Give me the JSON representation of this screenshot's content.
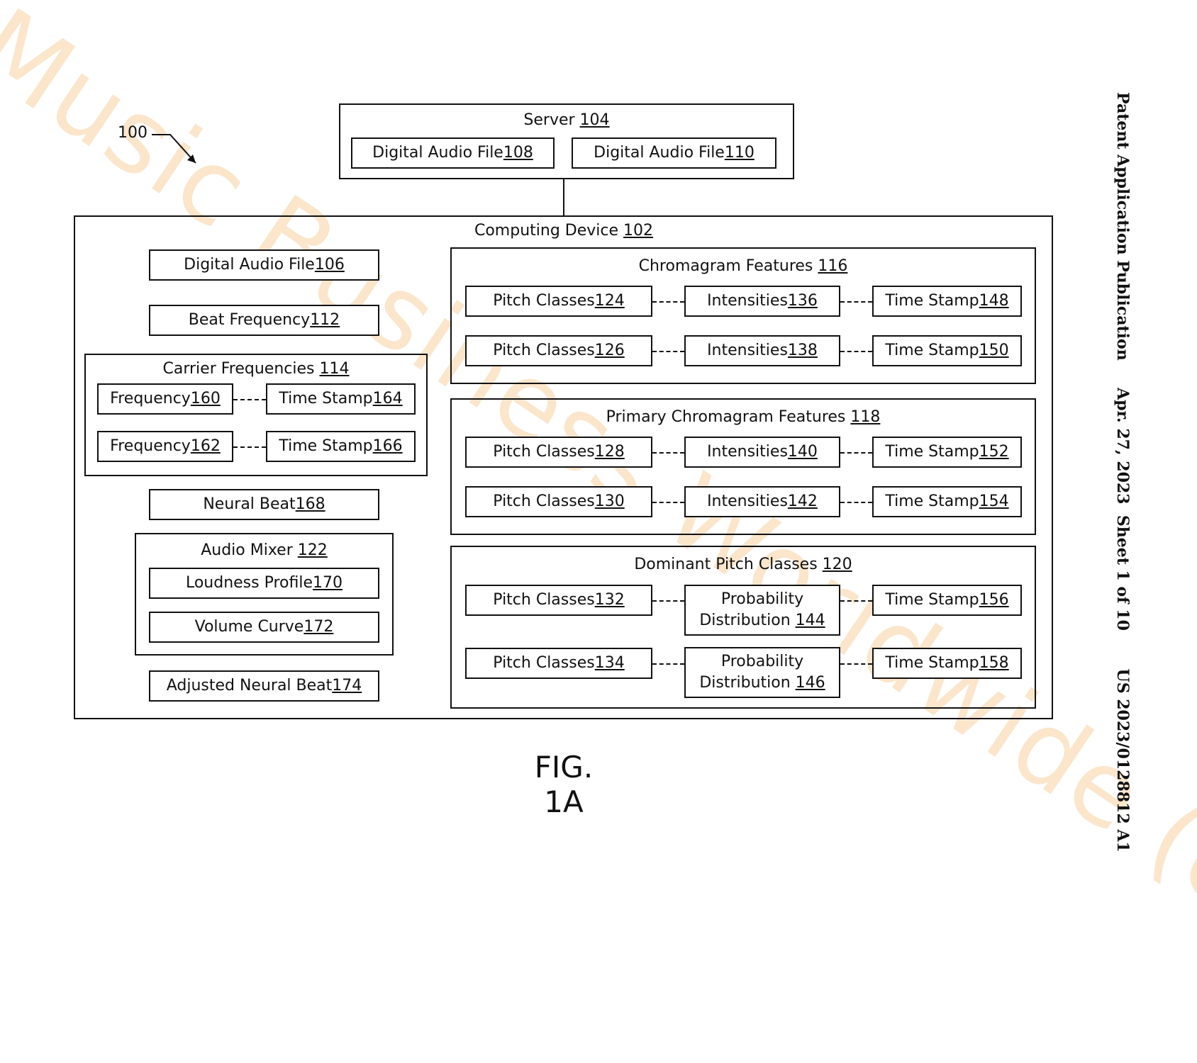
{
  "reference_numeral": "100",
  "server": {
    "label": "Server ",
    "num": "104",
    "files": [
      {
        "label": "Digital Audio File ",
        "num": "108"
      },
      {
        "label": "Digital Audio File ",
        "num": "110"
      }
    ]
  },
  "computing_device": {
    "label": "Computing Device ",
    "num": "102"
  },
  "left_column": {
    "digital_audio_file": {
      "label": "Digital Audio File ",
      "num": "106"
    },
    "beat_frequency": {
      "label": "Beat Frequency ",
      "num": "112"
    },
    "carrier_frequencies": {
      "label": "Carrier Frequencies ",
      "num": "114",
      "rows": [
        {
          "freq": {
            "label": "Frequency ",
            "num": "160"
          },
          "ts": {
            "label": "Time Stamp ",
            "num": "164"
          }
        },
        {
          "freq": {
            "label": "Frequency ",
            "num": "162"
          },
          "ts": {
            "label": "Time Stamp ",
            "num": "166"
          }
        }
      ]
    },
    "neural_beat": {
      "label": "Neural Beat ",
      "num": "168"
    },
    "audio_mixer": {
      "label": "Audio Mixer ",
      "num": "122",
      "loudness_profile": {
        "label": "Loudness Profile ",
        "num": "170"
      },
      "volume_curve": {
        "label": "Volume Curve ",
        "num": "172"
      }
    },
    "adjusted_neural_beat": {
      "label": "Adjusted Neural Beat ",
      "num": "174"
    }
  },
  "chromagram": {
    "label": "Chromagram Features ",
    "num": "116",
    "rows": [
      {
        "pc": {
          "label": "Pitch Classes ",
          "num": "124"
        },
        "mid": {
          "label": "Intensities ",
          "num": "136"
        },
        "ts": {
          "label": "Time Stamp ",
          "num": "148"
        }
      },
      {
        "pc": {
          "label": "Pitch Classes ",
          "num": "126"
        },
        "mid": {
          "label": "Intensities ",
          "num": "138"
        },
        "ts": {
          "label": "Time Stamp ",
          "num": "150"
        }
      }
    ]
  },
  "primary": {
    "label": "Primary Chromagram Features ",
    "num": "118",
    "rows": [
      {
        "pc": {
          "label": "Pitch Classes ",
          "num": "128"
        },
        "mid": {
          "label": "Intensities ",
          "num": "140"
        },
        "ts": {
          "label": "Time Stamp ",
          "num": "152"
        }
      },
      {
        "pc": {
          "label": "Pitch Classes ",
          "num": "130"
        },
        "mid": {
          "label": "Intensities ",
          "num": "142"
        },
        "ts": {
          "label": "Time Stamp ",
          "num": "154"
        }
      }
    ]
  },
  "dominant": {
    "label": "Dominant Pitch Classes ",
    "num": "120",
    "rows": [
      {
        "pc": {
          "label": "Pitch Classes ",
          "num": "132"
        },
        "mid": {
          "line1": "Probability",
          "line2": "Distribution ",
          "num": "144"
        },
        "ts": {
          "label": "Time Stamp ",
          "num": "156"
        }
      },
      {
        "pc": {
          "label": "Pitch Classes ",
          "num": "134"
        },
        "mid": {
          "line1": "Probability",
          "line2": "Distribution ",
          "num": "146"
        },
        "ts": {
          "label": "Time Stamp ",
          "num": "158"
        }
      }
    ]
  },
  "figure_label": "FIG. 1A",
  "side_header": "Patent Application Publication     Apr. 27, 2023  Sheet 1 of 10       US 2023/0128812 A1",
  "watermark": "Music Business Worldwide (copy)"
}
